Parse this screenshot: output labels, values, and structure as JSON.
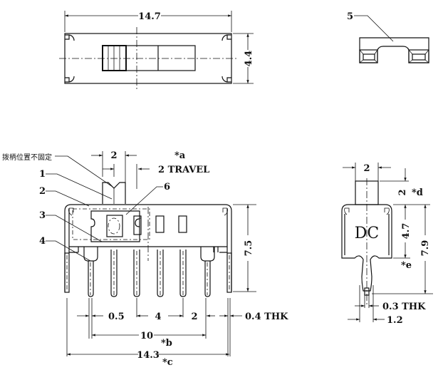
{
  "drawing": {
    "top_view": {
      "width_dim": "14.7",
      "height_dim": "4.4"
    },
    "detail_view": {
      "callout": "5"
    },
    "front_view": {
      "note_cn": "拨柄位置不固定",
      "callouts": [
        "1",
        "2",
        "3",
        "4",
        "6"
      ],
      "actuator_width_dim": "2",
      "travel_note_mark": "*a",
      "travel_dim": "2 TRAVEL",
      "height_dim": "7.5",
      "pin_width_dim": "0.5",
      "pin_pitch_dim": "4",
      "pin_spacing_dim": "2",
      "tab_thickness_dim": "0.4 THK",
      "pin_span_dim": "10",
      "pin_span_mark": "*b",
      "overall_dim": "14.3",
      "overall_mark": "*c"
    },
    "side_view": {
      "actuator_width_dim": "2",
      "actuator_height_dim": "2",
      "actuator_height_mark": "*d",
      "body_label": "DC",
      "body_height_dim": "4.7",
      "body_height_mark": "*e",
      "overall_height_dim": "7.9",
      "pin_thickness_dim": "0.3 THK",
      "pin_width_dim": "1.2"
    }
  }
}
